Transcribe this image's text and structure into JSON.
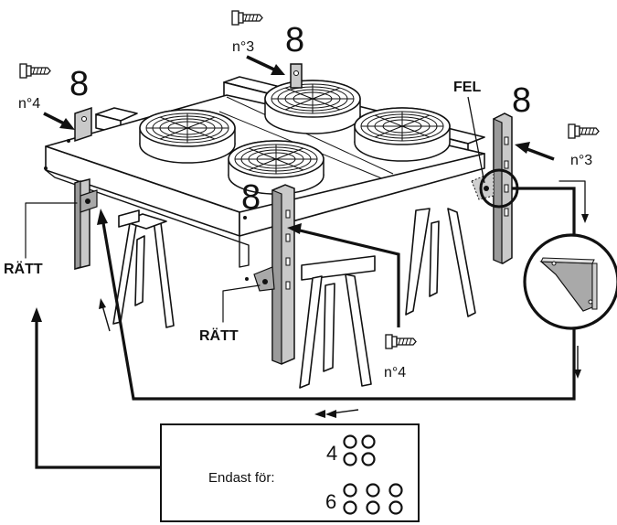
{
  "labels": {
    "top_screw_label": "n°3",
    "top_count": "8",
    "left_screw_label": "n°4",
    "left_count": "8",
    "right_error": "FEL",
    "right_count": "8",
    "right_screw_label": "n°3",
    "center_count": "8",
    "left_correct": "RÄTT",
    "center_correct": "RÄTT",
    "bottom_screw_label": "n°4"
  },
  "info_box": {
    "text": "Endast för:",
    "option_4": "4",
    "option_6": "6"
  },
  "icons": [
    "bolt-icon",
    "direction-arrow"
  ],
  "colors": {
    "line": "#111111",
    "metal": "#c9c9c9",
    "metal_dark": "#9a9a9a",
    "background": "#ffffff"
  }
}
